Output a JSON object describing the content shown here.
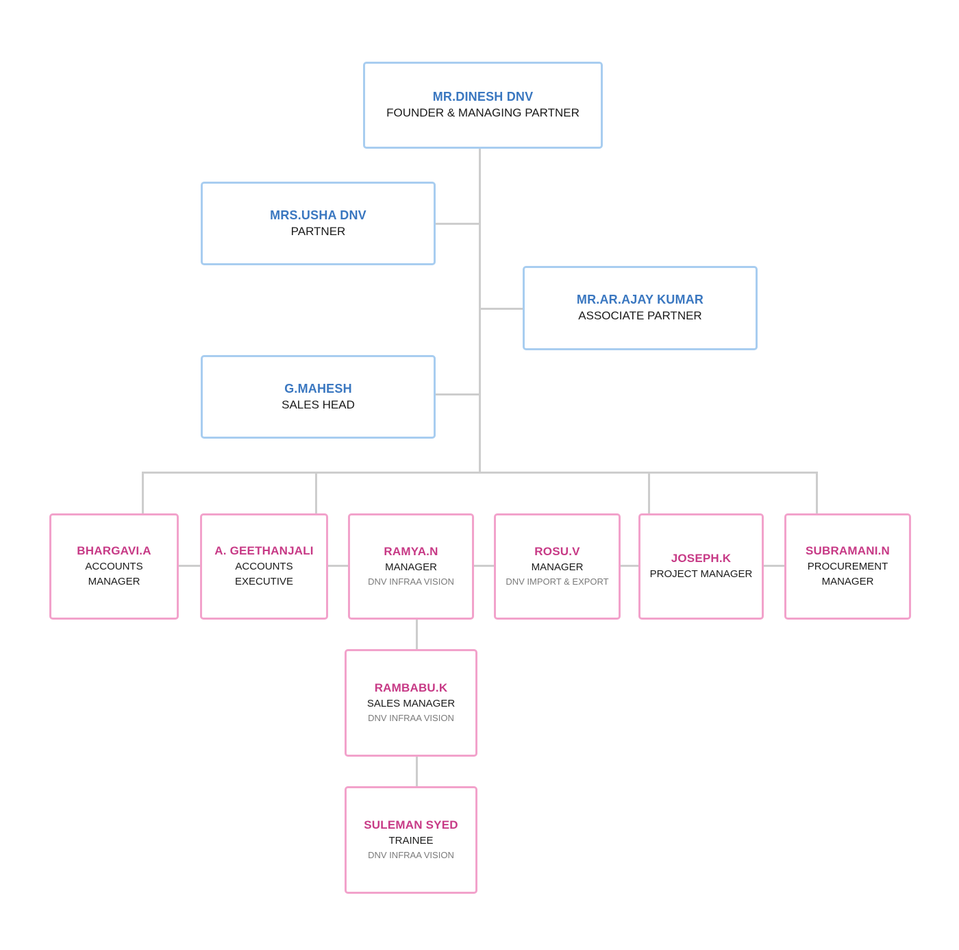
{
  "chart": {
    "type": "org-chart",
    "title": "",
    "palette": {
      "executive_border": "#a8cdf0",
      "executive_name_color": "#3a77c0",
      "staff_border": "#f2a2cb",
      "staff_name_color": "#c73a86",
      "role_color": "#1a1a1a",
      "division_color": "#7a7a7a",
      "connector_color": "#cdcdcd",
      "background": "#ffffff"
    }
  },
  "nodes": {
    "founder": {
      "name": "MR.DINESH DNV",
      "role": "FOUNDER & MANAGING PARTNER"
    },
    "partner": {
      "name": "MRS.USHA DNV",
      "role": "PARTNER"
    },
    "associate_partner": {
      "name": "MR.AR.AJAY KUMAR",
      "role": "ASSOCIATE PARTNER"
    },
    "sales_head": {
      "name": "G.MAHESH",
      "role": "SALES HEAD"
    },
    "accounts_manager": {
      "name": "BHARGAVI.A",
      "role": "ACCOUNTS MANAGER"
    },
    "accounts_executive": {
      "name": "A. GEETHANJALI",
      "role": "ACCOUNTS EXECUTIVE"
    },
    "manager_infraa": {
      "name": "RAMYA.N",
      "role": "MANAGER",
      "division": "DNV INFRAA VISION"
    },
    "manager_import_export": {
      "name": "ROSU.V",
      "role": "MANAGER",
      "division": "DNV IMPORT & EXPORT"
    },
    "project_manager": {
      "name": "JOSEPH.K",
      "role": "PROJECT MANAGER"
    },
    "procurement_manager": {
      "name": "SUBRAMANI.N",
      "role_line1": "PROCUREMENT",
      "role_line2": "MANAGER"
    },
    "sales_manager": {
      "name": "RAMBABU.K",
      "role": "SALES MANAGER",
      "division": "DNV INFRAA VISION"
    },
    "trainee": {
      "name": "SULEMAN SYED",
      "role": "TRAINEE",
      "division": "DNV INFRAA VISION"
    }
  }
}
